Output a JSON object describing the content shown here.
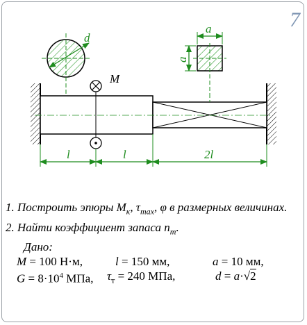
{
  "page_number": "7",
  "diagram": {
    "label_d": "d",
    "label_a_top": "a",
    "label_a_side": "a",
    "label_M": "M",
    "dim_l_1": "l",
    "dim_l_2": "l",
    "dim_2l": "2l"
  },
  "tasks": {
    "item1": "1. Построить эпюры Mк, τmax, φ в размерных величинах.",
    "item1_parts": {
      "num": "1.",
      "text_a": " Построить эпюры ",
      "M": "M",
      "M_sub": "к",
      "sep1": ", ",
      "tau": "τ",
      "tau_sub": "max",
      "sep2": ", ",
      "phi": "φ",
      "text_b": " в размерных величинах."
    },
    "item2_parts": {
      "num": "2.",
      "text_a": " Найти коэффициент запаса ",
      "n": "n",
      "n_sub": "т",
      "text_b": "."
    }
  },
  "given": {
    "title": "Дано:",
    "M_var": "M",
    "M_val": " = 100 Н·м,",
    "l_var": "l",
    "l_val": " = 150 мм,",
    "a_var": "a",
    "a_val": " = 10 мм,",
    "G_var": "G",
    "G_val_a": " = 8·10",
    "G_exp": "4",
    "G_val_b": " МПа,",
    "tau_var": "τ",
    "tau_sub": "т",
    "tau_val": " = 240 МПа,",
    "d_var": "d",
    "d_val_a": " = ",
    "d_a": "a",
    "d_dot": "·",
    "d_sqrt": "2"
  },
  "colors": {
    "dimension": "#1e8c1e",
    "page_number": "#7e95b3",
    "frame": "#9aa0a6",
    "line": "#000000"
  }
}
